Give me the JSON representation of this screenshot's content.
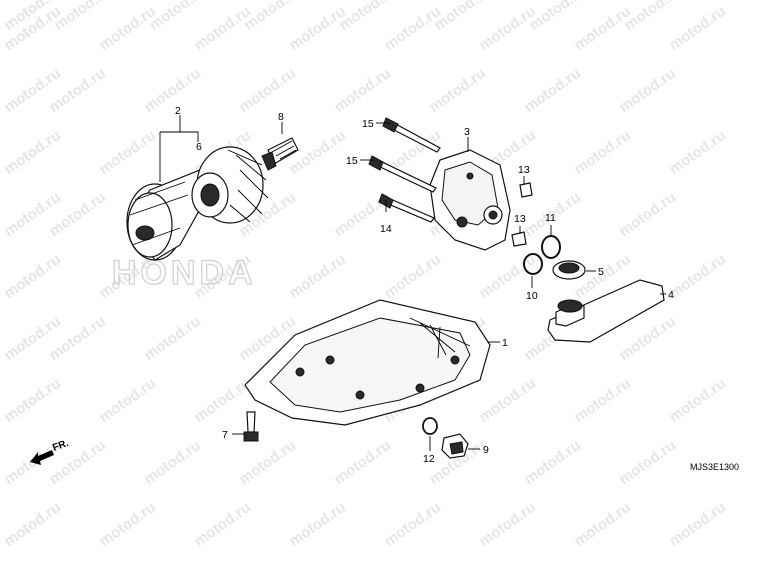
{
  "watermark": {
    "text": "motod.ru"
  },
  "brand": {
    "logo_text": "HONDA"
  },
  "diagram": {
    "code": "MJS3E1300",
    "direction_label": "FR.",
    "callouts": [
      {
        "id": "c1",
        "label": "1"
      },
      {
        "id": "c2",
        "label": "2"
      },
      {
        "id": "c3",
        "label": "3"
      },
      {
        "id": "c4",
        "label": "4"
      },
      {
        "id": "c5",
        "label": "5"
      },
      {
        "id": "c6",
        "label": "6"
      },
      {
        "id": "c7",
        "label": "7"
      },
      {
        "id": "c8",
        "label": "8"
      },
      {
        "id": "c9",
        "label": "9"
      },
      {
        "id": "c10",
        "label": "10"
      },
      {
        "id": "c11",
        "label": "11"
      },
      {
        "id": "c12",
        "label": "12"
      },
      {
        "id": "c13a",
        "label": "13"
      },
      {
        "id": "c13b",
        "label": "13"
      },
      {
        "id": "c14",
        "label": "14"
      },
      {
        "id": "c15a",
        "label": "15"
      },
      {
        "id": "c15b",
        "label": "15"
      }
    ]
  }
}
